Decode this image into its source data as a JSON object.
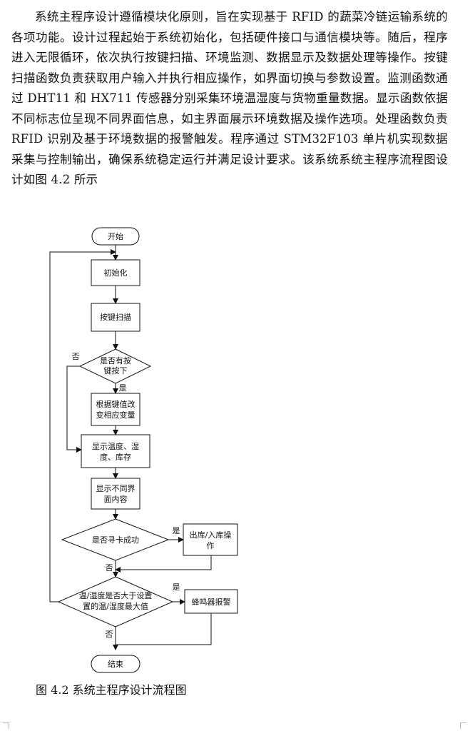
{
  "paragraph": "系统主程序设计遵循模块化原则，旨在实现基于 RFID 的蔬菜冷链运输系统的各项功能。设计过程起始于系统初始化，包括硬件接口与通信模块等。随后，程序进入无限循环，依次执行按键扫描、环境监测、数据显示及数据处理等操作。按键扫描函数负责获取用户输入并执行相应操作，如界面切换与参数设置。监测函数通过 DHT11 和 HX711 传感器分别采集环境温湿度与货物重量数据。显示函数依据不同标志位呈现不同界面信息，如主界面展示环境数据及操作选项。处理函数负责 RFID 识别及基于环境数据的报警触发。程序通过 STM32F103 单片机实现数据采集与控制输出，确保系统稳定运行并满足设计要求。该系统系统主程序流程图设计如图 4.2 所示",
  "flowchart": {
    "start": "开始",
    "init": "初始化",
    "scan": "按键扫描",
    "key_decision": [
      "是否有按",
      "键按下"
    ],
    "change_var": [
      "根据键值改",
      "变相应变量"
    ],
    "show_env": [
      "显示温度、湿",
      "度、库存"
    ],
    "show_ui": [
      "显示不同界",
      "面内容"
    ],
    "card_decision": "是否寻卡成功",
    "stock_op": [
      "出库/入库操",
      "作"
    ],
    "temp_decision": [
      "温/湿度是否大于设置",
      "置的温/湿度最大值"
    ],
    "buzzer": "蜂鸣器报警",
    "end": "结束",
    "yes": "是",
    "no": "否"
  },
  "caption": "图 4.2 系统主程序设计流程图"
}
